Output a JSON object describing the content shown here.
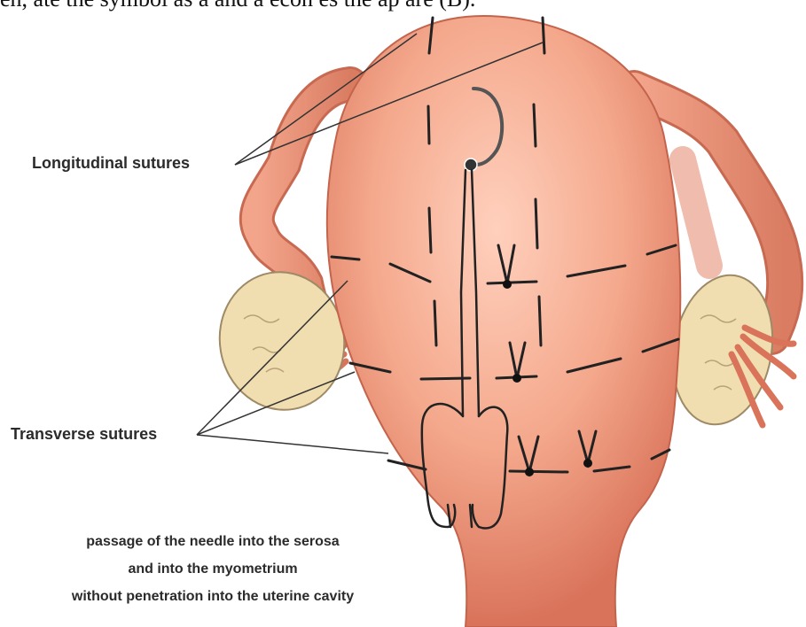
{
  "labels": {
    "longitudinal": "Longitudinal sutures",
    "transverse": "Transverse sutures"
  },
  "caption": {
    "line1": "passage of the needle into the serosa",
    "line2": "and into the myometrium",
    "line3": "without penetration into the uterine cavity"
  },
  "clipped_text": "en, ate the symbol as a and a econ es the ap are (B).",
  "colors": {
    "uterus": "#f2a084",
    "uterus_shade": "#d9735a",
    "tube": "#eb8f73",
    "ovary": "#f0ddb0",
    "suture": "#222222",
    "text": "#2b2b2b"
  }
}
